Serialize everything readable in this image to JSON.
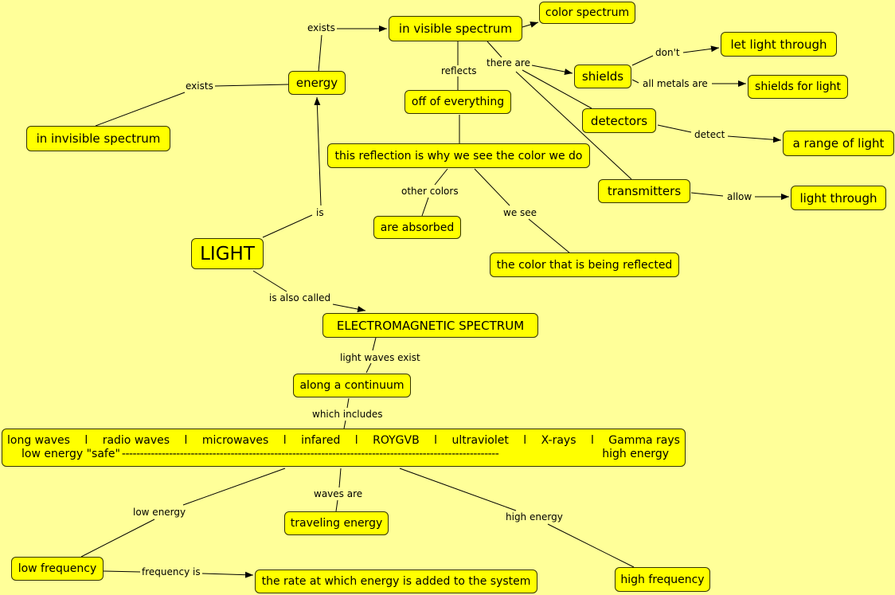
{
  "nodes": {
    "light": "LIGHT",
    "energy": "energy",
    "invisible": "in invisible spectrum",
    "visible": "in visible spectrum",
    "color_spectrum": "color spectrum",
    "off_everything": "off of everything",
    "reflection_why": "this reflection is why we see the color we do",
    "absorbed": "are absorbed",
    "color_reflected": "the color that is being reflected",
    "shields": "shields",
    "let_light": "let light through",
    "shields_for_light": "shields for light",
    "detectors": "detectors",
    "range_light": "a range of light",
    "transmitters": "transmitters",
    "light_through": "light through",
    "em_spectrum": "ELECTROMAGNETIC SPECTRUM",
    "continuum": "along a continuum",
    "traveling": "traveling energy",
    "low_freq": "low frequency",
    "rate": "the rate at which energy is added to the system",
    "high_freq": "high frequency"
  },
  "spectrum": {
    "items": [
      "long waves",
      "radio waves",
      "microwaves",
      "infared",
      "ROYGVB",
      "ultraviolet",
      "X-rays",
      "Gamma rays"
    ],
    "separator": "l",
    "low_label": "low energy \"safe\"",
    "dashes": "--------------------------------------------------------------------------------------------------------",
    "high_label": "high energy"
  },
  "links": {
    "is": "is",
    "exists_invisible": "exists",
    "exists_visible": "exists",
    "reflects": "reflects",
    "there_are": "there are",
    "dont": "don't",
    "all_metals_are": "all metals are",
    "detect": "detect",
    "allow": "allow",
    "other_colors": "other colors",
    "we_see": "we see",
    "is_also_called": "is also called",
    "light_waves_exist": "light waves exist",
    "which_includes": "which includes",
    "waves_are": "waves are",
    "low_energy": "low energy",
    "high_energy": "high energy",
    "frequency_is": "frequency is"
  },
  "colors": {
    "background": "#ffff99",
    "node_fill": "#ffff00",
    "line": "#000000"
  }
}
